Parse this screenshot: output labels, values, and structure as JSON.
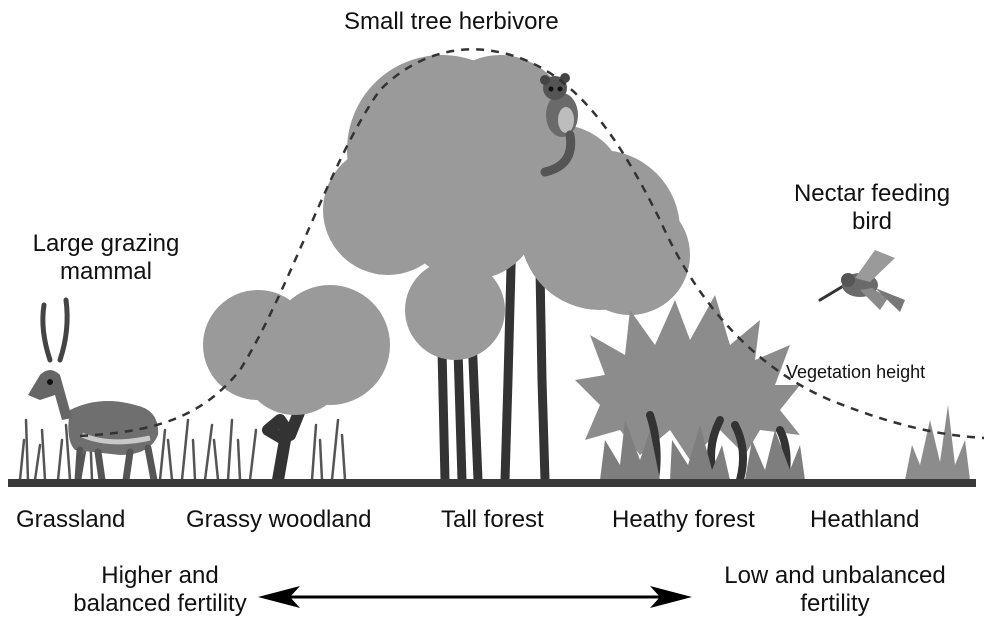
{
  "title": "Small tree herbivore",
  "animals": {
    "grazer": "Large grazing mammal",
    "bird": "Nectar feeding bird"
  },
  "curve_label": "Vegetation height",
  "habitats": [
    "Grassland",
    "Grassy woodland",
    "Tall forest",
    "Heathy forest",
    "Heathland"
  ],
  "fertility": {
    "left": "Higher and balanced fertility",
    "right": "Low and unbalanced fertility"
  },
  "colors": {
    "canopy": "#9a9a9a",
    "trunk": "#333333",
    "ground": "#3a3a3a",
    "grass": "#555555",
    "shrub": "#8c8c8c",
    "text": "#111111"
  }
}
